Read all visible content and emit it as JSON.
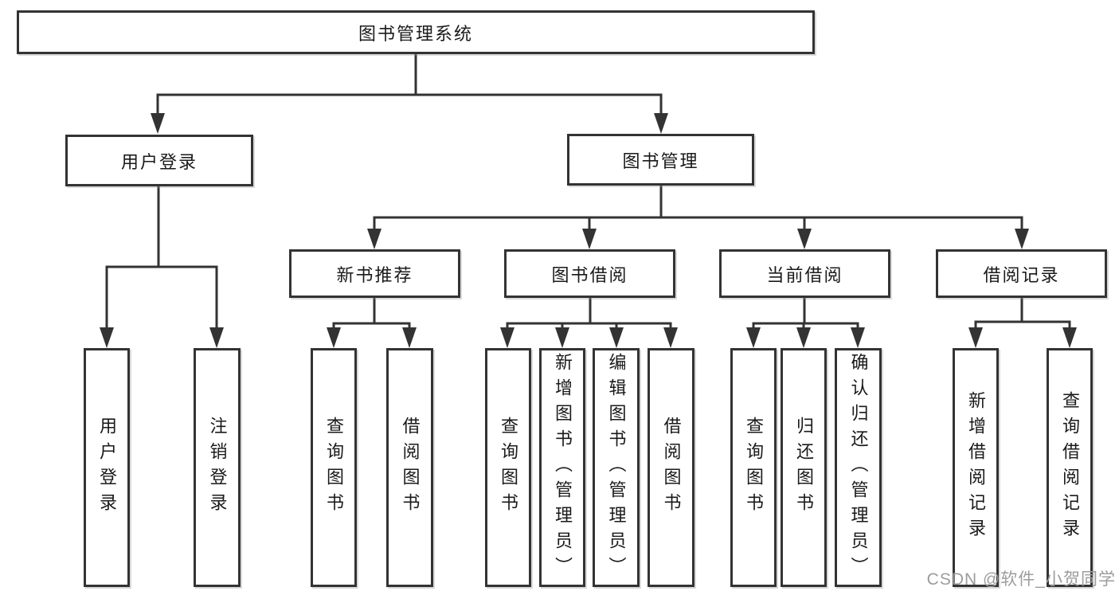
{
  "page": {
    "background": "#ffffff"
  },
  "colors": {
    "line": "#333333",
    "box_border": "#333333",
    "box_fill": "#ffffff",
    "text": "#1a1a1a",
    "watermark": "#9c9c9c"
  },
  "watermark": {
    "text": "CSDN @软件_小贺同学"
  },
  "diagram": {
    "type": "hierarchy-tree",
    "root": {
      "label": "图书管理系统"
    },
    "branches": [
      {
        "label": "用户登录",
        "children": [
          {
            "label": "用户登录"
          },
          {
            "label": "注销登录"
          }
        ]
      },
      {
        "label": "图书管理",
        "children": [
          {
            "label": "新书推荐",
            "children": [
              {
                "label": "查询图书"
              },
              {
                "label": "借阅图书"
              }
            ]
          },
          {
            "label": "图书借阅",
            "children": [
              {
                "label": "查询图书"
              },
              {
                "label": "新增图书（管理员）"
              },
              {
                "label": "编辑图书（管理员）"
              },
              {
                "label": "借阅图书"
              }
            ]
          },
          {
            "label": "当前借阅",
            "children": [
              {
                "label": "查询图书"
              },
              {
                "label": "归还图书"
              },
              {
                "label": "确认归还（管理员）"
              }
            ]
          },
          {
            "label": "借阅记录",
            "children": [
              {
                "label": "新增借阅记录"
              },
              {
                "label": "查询借阅记录"
              }
            ]
          }
        ]
      }
    ]
  }
}
